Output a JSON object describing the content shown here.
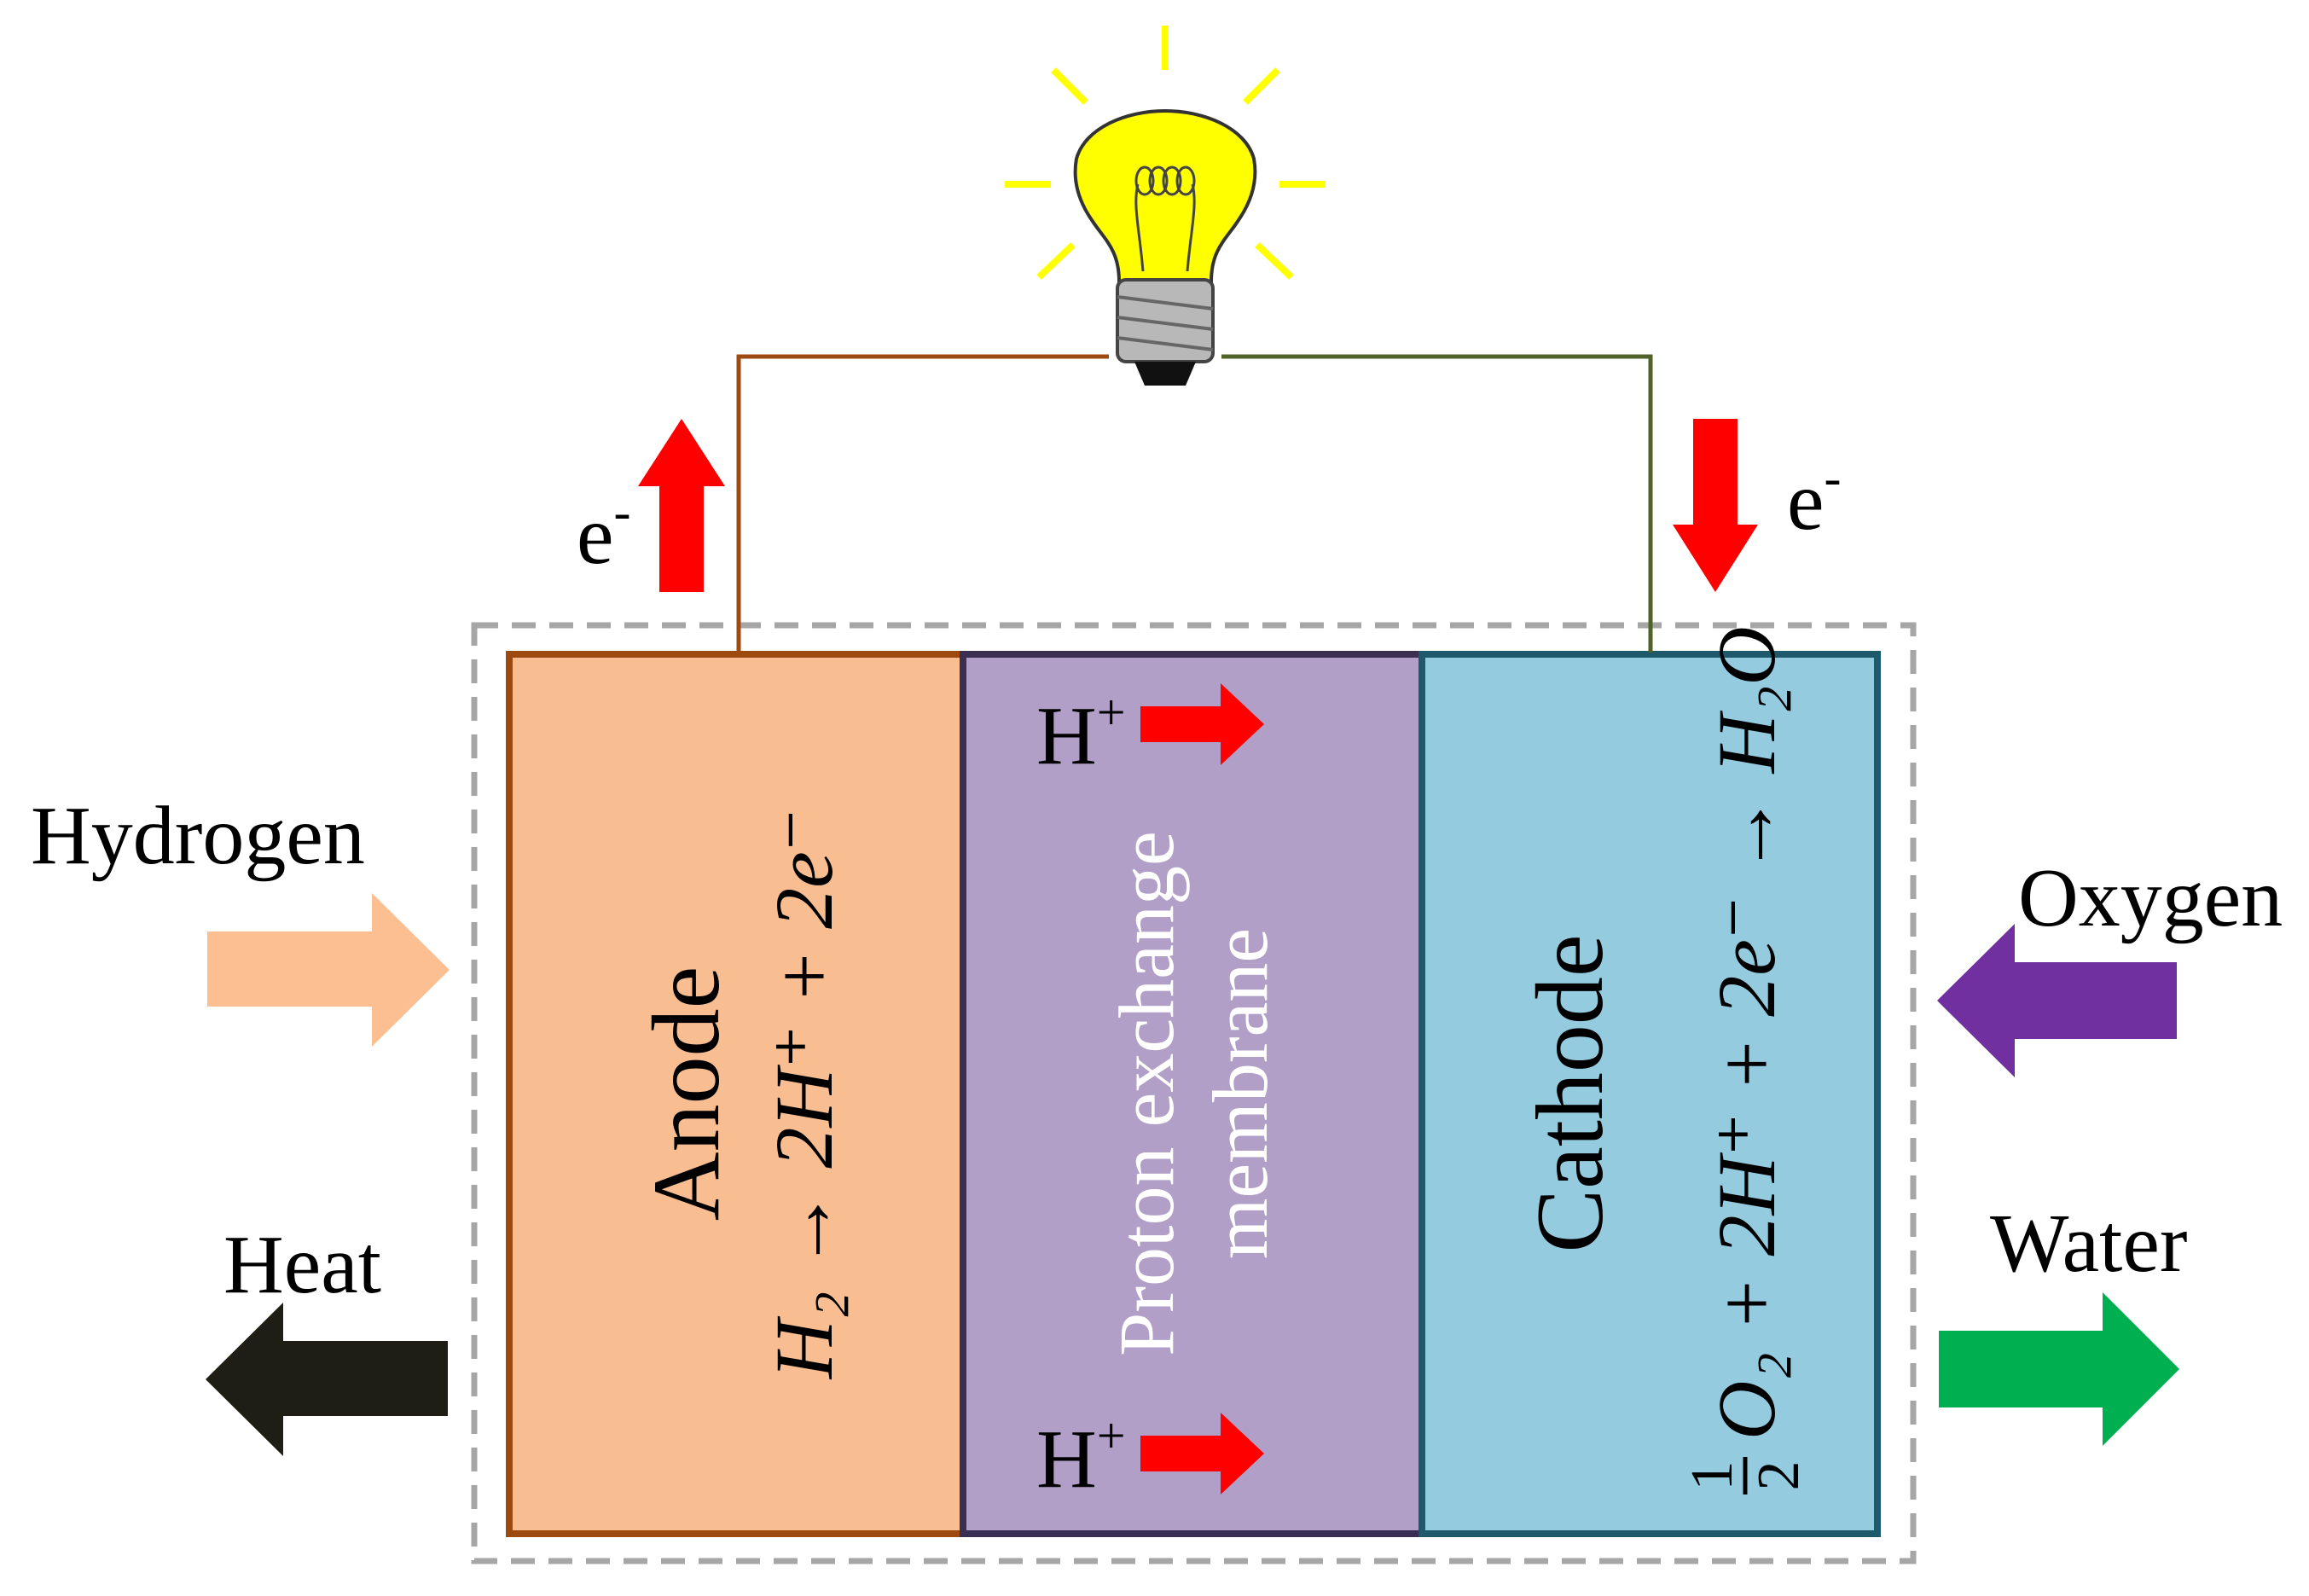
{
  "labels": {
    "hydrogen": "Hydrogen",
    "oxygen": "Oxygen",
    "heat": "Heat",
    "water": "Water",
    "electron_left": "e",
    "electron_right": "e",
    "electron_sup": "-",
    "proton_top": "H",
    "proton_bottom": "H",
    "proton_sup": "+"
  },
  "regions": {
    "anode": "Anode",
    "membrane_line1": "Proton  exchange",
    "membrane_line2": "membrane",
    "cathode": "Cathode"
  },
  "equations": {
    "anode": "H₂ → 2H⁺ + 2e⁻",
    "cathode_fraction_num": "1",
    "cathode_fraction_den": "2",
    "cathode": "O₂ + 2H⁺ + 2e⁻ → H₂O"
  },
  "colors": {
    "anode_fill": "#f8be92",
    "anode_border": "#9c4a10",
    "membrane_fill": "#b19fc7",
    "membrane_border": "#3a2f52",
    "cathode_fill": "#95cbdf",
    "cathode_border": "#1f5a6c",
    "hydrogen_arrow": "#fbbf92",
    "oxygen_arrow": "#7030a0",
    "heat_arrow": "#1e1e14",
    "water_arrow": "#00b050",
    "flow_arrow": "#ff0000",
    "left_wire": "#9c4a10",
    "right_wire": "#4f6228",
    "bulb_glass": "#ffff00",
    "bulb_rays": "#ffff00",
    "dashed_border": "#a6a6a6"
  },
  "icons": {
    "bulb": "light-bulb-icon"
  }
}
